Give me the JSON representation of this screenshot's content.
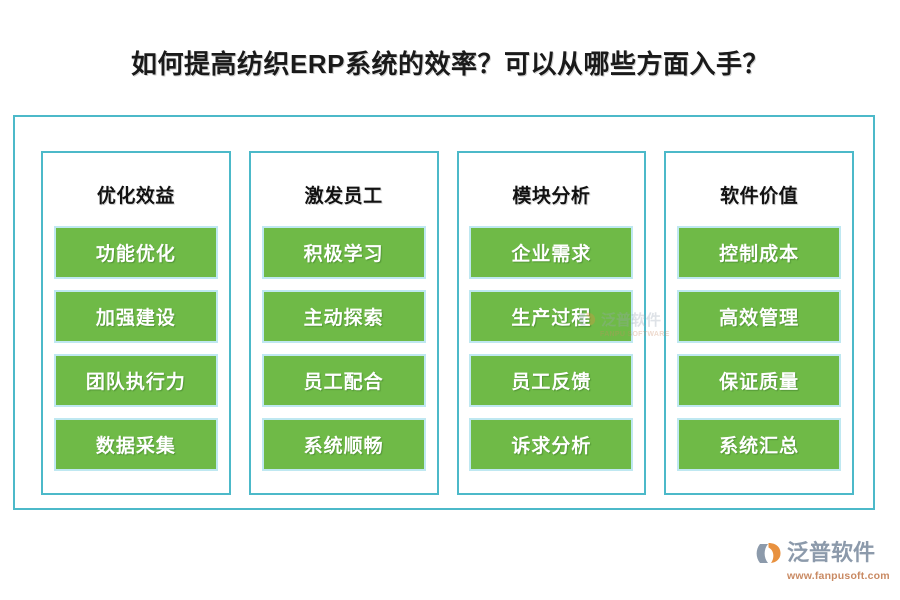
{
  "page": {
    "title": "如何提高纺织ERP系统的效率？可以从哪些方面入手？",
    "background_color": "#ffffff",
    "frame_border_color": "#4cb9c9",
    "chip_color": "#6fba47",
    "chip_text_color": "#ffffff",
    "header_text_color": "#121212"
  },
  "columns": [
    {
      "header": "优化效益",
      "items": [
        "功能优化",
        "加强建设",
        "团队执行力",
        "数据采集"
      ]
    },
    {
      "header": "激发员工",
      "items": [
        "积极学习",
        "主动探索",
        "员工配合",
        "系统顺畅"
      ]
    },
    {
      "header": "模块分析",
      "items": [
        "企业需求",
        "生产过程",
        "员工反馈",
        "诉求分析"
      ]
    },
    {
      "header": "软件价值",
      "items": [
        "控制成本",
        "高效管理",
        "保证质量",
        "系统汇总"
      ]
    }
  ],
  "watermark": {
    "brand": "泛普软件",
    "url": "FANPU SOFTWARE"
  },
  "logo": {
    "brand": "泛普软件",
    "url": "www.fanpusoft.com",
    "mark_color": "#8c9aab",
    "accent_color": "#e8913f",
    "url_color": "#c98a63"
  }
}
